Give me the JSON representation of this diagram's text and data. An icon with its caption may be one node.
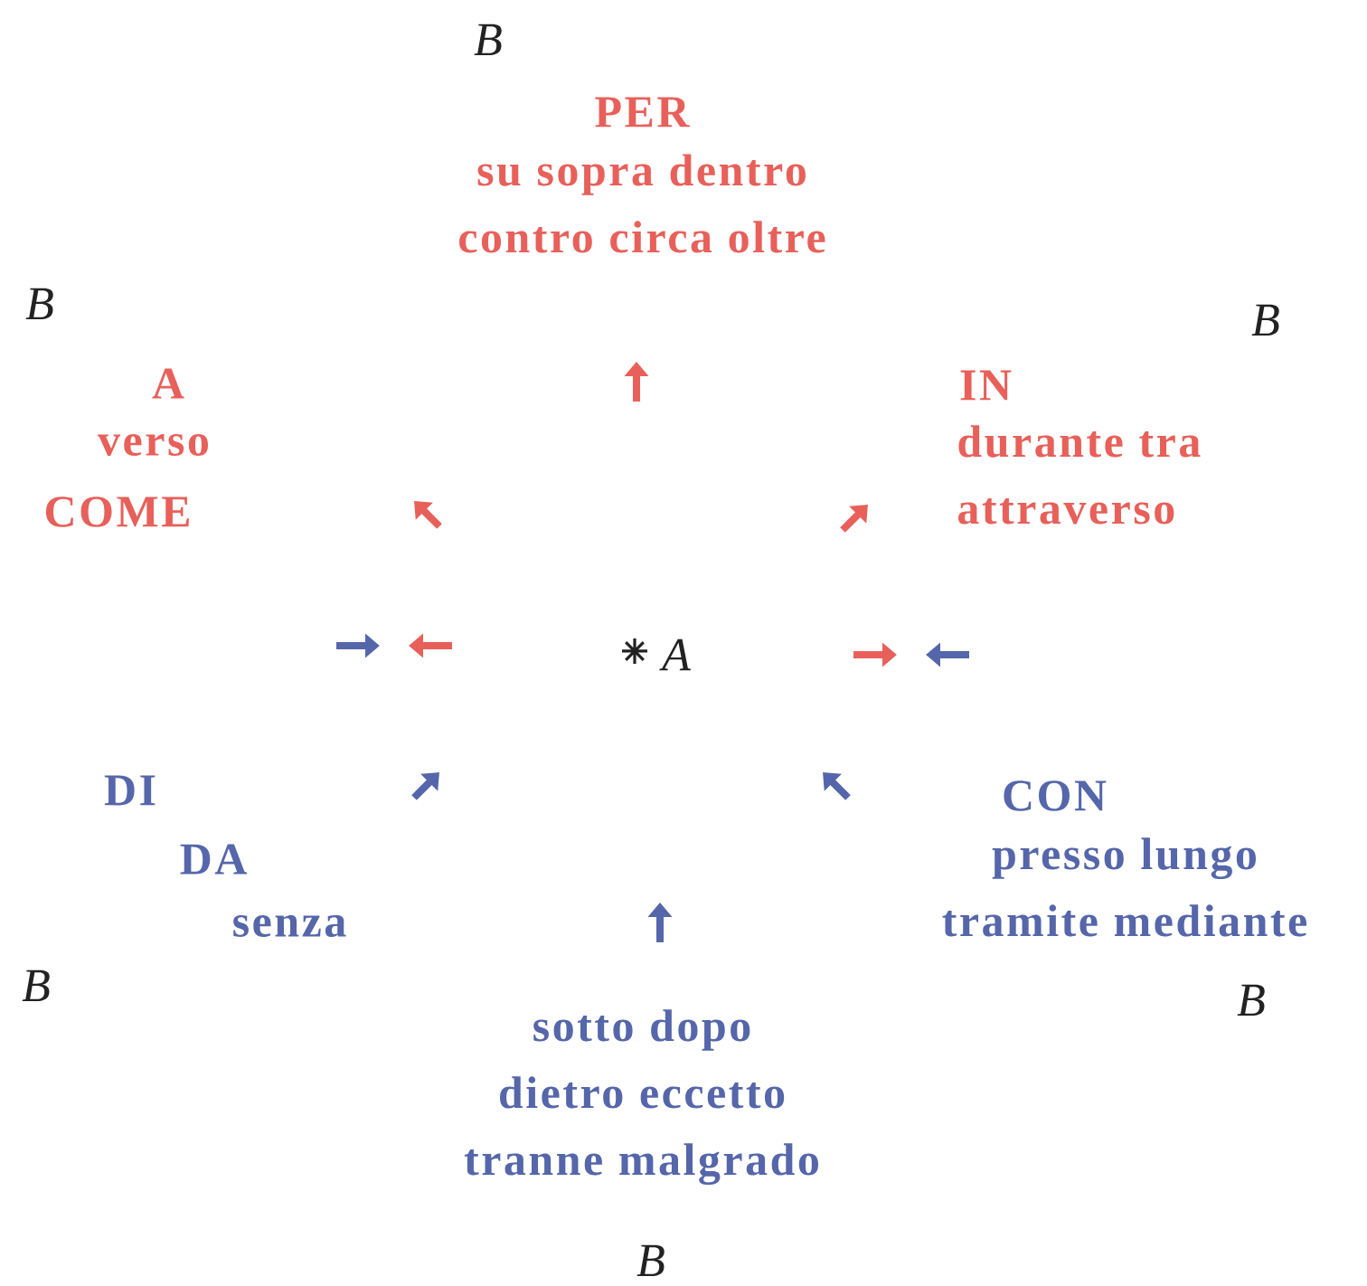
{
  "diagram": {
    "labels": [
      "B",
      "PER",
      "su sopra dentro contro circa oltre",
      "B",
      "B",
      "A",
      "IN",
      "verso",
      "durante tra attraverso",
      "COME",
      "A",
      "DI",
      "CON",
      "DA",
      "presso lungo tramite mediante",
      "senza",
      "B",
      "B",
      "sotto dopo dietro eccetto tranne malgrado",
      "B"
    ]
  }
}
